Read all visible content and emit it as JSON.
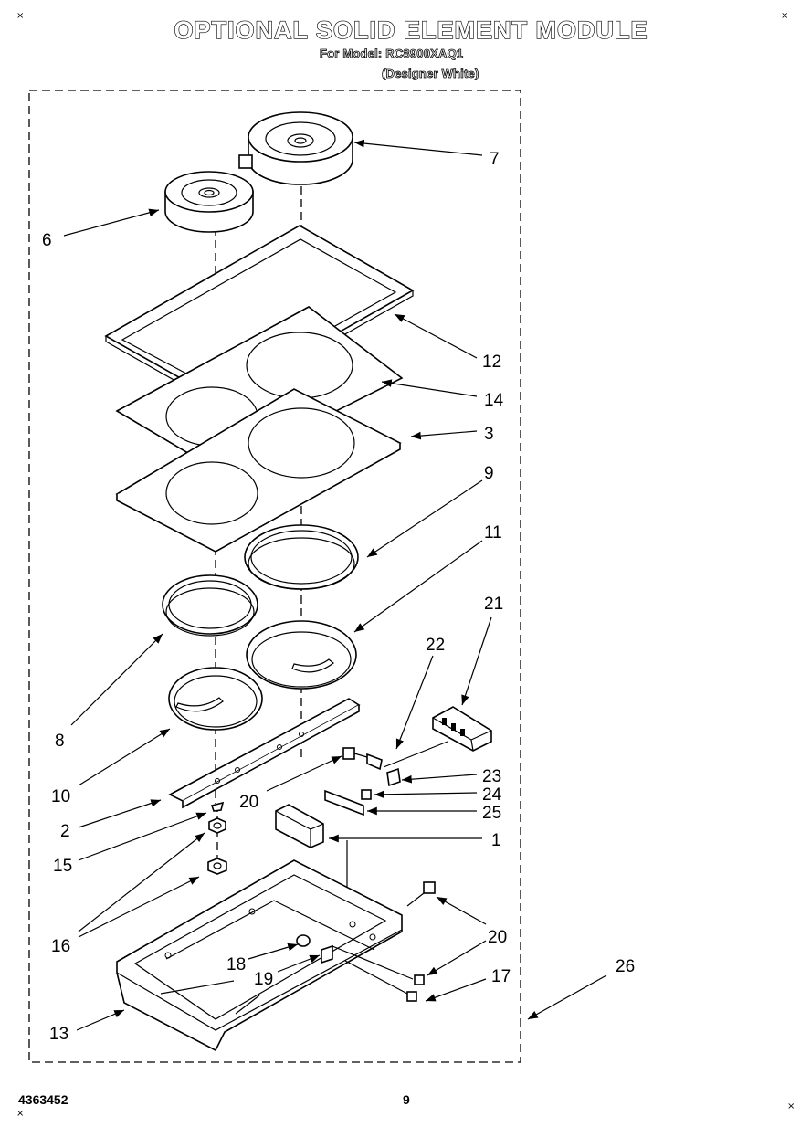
{
  "header": {
    "title": "OPTIONAL SOLID ELEMENT MODULE",
    "model_line": "For Model: RC8900XAQ1",
    "variant_line": "(Designer White)"
  },
  "footer": {
    "doc_number": "4363452",
    "page_number": "9"
  },
  "corner_marks": {
    "symbol": "×"
  },
  "part_labels": [
    {
      "key": "p7",
      "text": "7"
    },
    {
      "key": "p6",
      "text": "6"
    },
    {
      "key": "p12",
      "text": "12"
    },
    {
      "key": "p14",
      "text": "14"
    },
    {
      "key": "p3",
      "text": "3"
    },
    {
      "key": "p9",
      "text": "9"
    },
    {
      "key": "p11",
      "text": "11"
    },
    {
      "key": "p21",
      "text": "21"
    },
    {
      "key": "p22",
      "text": "22"
    },
    {
      "key": "p8",
      "text": "8"
    },
    {
      "key": "p10",
      "text": "10"
    },
    {
      "key": "p23",
      "text": "23"
    },
    {
      "key": "p24",
      "text": "24"
    },
    {
      "key": "p25",
      "text": "25"
    },
    {
      "key": "p20a",
      "text": "20"
    },
    {
      "key": "p2",
      "text": "2"
    },
    {
      "key": "p1",
      "text": "1"
    },
    {
      "key": "p15",
      "text": "15"
    },
    {
      "key": "p16",
      "text": "16"
    },
    {
      "key": "p20b",
      "text": "20"
    },
    {
      "key": "p26",
      "text": "26"
    },
    {
      "key": "p18",
      "text": "18"
    },
    {
      "key": "p17",
      "text": "17"
    },
    {
      "key": "p19",
      "text": "19"
    },
    {
      "key": "p13",
      "text": "13"
    }
  ]
}
